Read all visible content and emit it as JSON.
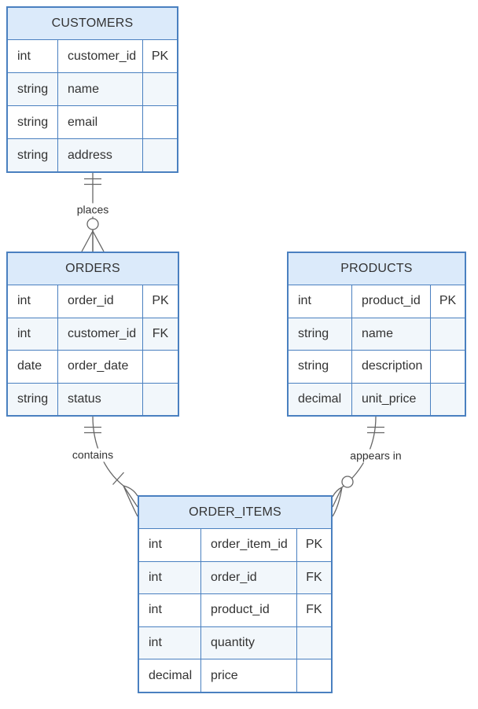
{
  "diagram": {
    "kind": "entity-relationship-diagram",
    "entities": [
      {
        "name": "CUSTOMERS",
        "attributes": [
          {
            "type": "int",
            "name": "customer_id",
            "key": "PK"
          },
          {
            "type": "string",
            "name": "name",
            "key": ""
          },
          {
            "type": "string",
            "name": "email",
            "key": ""
          },
          {
            "type": "string",
            "name": "address",
            "key": ""
          }
        ]
      },
      {
        "name": "ORDERS",
        "attributes": [
          {
            "type": "int",
            "name": "order_id",
            "key": "PK"
          },
          {
            "type": "int",
            "name": "customer_id",
            "key": "FK"
          },
          {
            "type": "date",
            "name": "order_date",
            "key": ""
          },
          {
            "type": "string",
            "name": "status",
            "key": ""
          }
        ]
      },
      {
        "name": "PRODUCTS",
        "attributes": [
          {
            "type": "int",
            "name": "product_id",
            "key": "PK"
          },
          {
            "type": "string",
            "name": "name",
            "key": ""
          },
          {
            "type": "string",
            "name": "description",
            "key": ""
          },
          {
            "type": "decimal",
            "name": "unit_price",
            "key": ""
          }
        ]
      },
      {
        "name": "ORDER_ITEMS",
        "attributes": [
          {
            "type": "int",
            "name": "order_item_id",
            "key": "PK"
          },
          {
            "type": "int",
            "name": "order_id",
            "key": "FK"
          },
          {
            "type": "int",
            "name": "product_id",
            "key": "FK"
          },
          {
            "type": "int",
            "name": "quantity",
            "key": ""
          },
          {
            "type": "decimal",
            "name": "price",
            "key": ""
          }
        ]
      }
    ],
    "relationships": [
      {
        "label": "places",
        "from": "CUSTOMERS",
        "to": "ORDERS",
        "cardinality": "exactly-one to zero-or-many"
      },
      {
        "label": "contains",
        "from": "ORDERS",
        "to": "ORDER_ITEMS",
        "cardinality": "exactly-one to one-or-many"
      },
      {
        "label": "appears in",
        "from": "PRODUCTS",
        "to": "ORDER_ITEMS",
        "cardinality": "exactly-one to zero-or-many"
      }
    ],
    "colors": {
      "entity_border": "#4a80c0",
      "header_fill": "#dbeafa",
      "row_fill_odd": "#ffffff",
      "row_fill_even": "#f2f7fb",
      "relation_line": "#666666",
      "text": "#333333"
    }
  }
}
